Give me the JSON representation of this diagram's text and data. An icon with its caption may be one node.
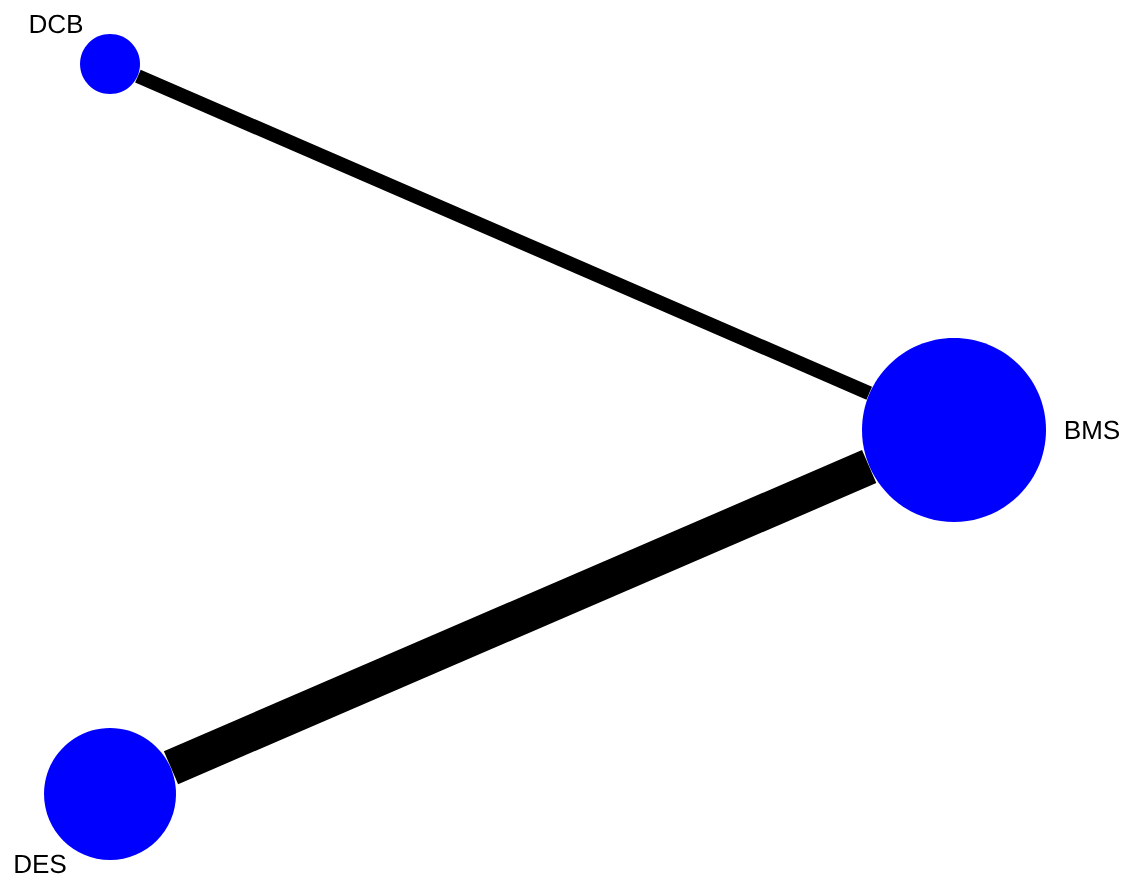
{
  "diagram": {
    "nodes": [
      {
        "text": [
          "DCB"
        ]
      },
      {
        "text": [
          "BMS"
        ]
      },
      {
        "text": [
          "DES"
        ]
      }
    ],
    "edges": [
      {
        "from": 0,
        "to": 1,
        "arrow": "none"
      },
      {
        "from": 2,
        "to": 1,
        "arrow": "none",
        "style": "thick"
      }
    ]
  }
}
